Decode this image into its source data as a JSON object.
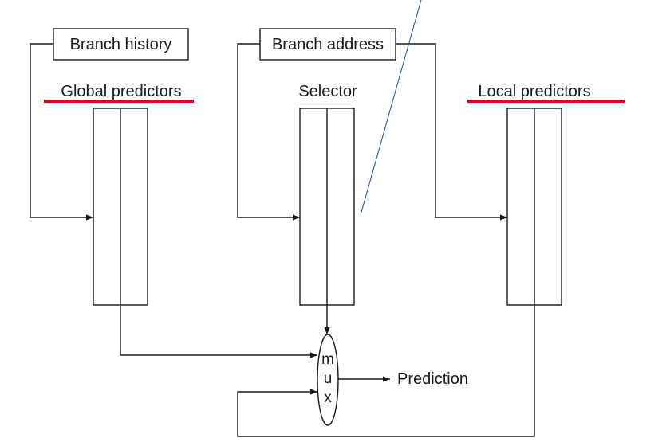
{
  "labels": {
    "branch_history": "Branch history",
    "branch_address": "Branch address",
    "global_predictors": "Global predictors",
    "selector": "Selector",
    "local_predictors": "Local predictors",
    "prediction": "Prediction"
  },
  "mux": {
    "letters": [
      "m",
      "u",
      "x"
    ]
  },
  "colors": {
    "line": "#1a1a1a",
    "highlight_underline": "#e3001b",
    "annotation_line": "#1f4f8f"
  }
}
